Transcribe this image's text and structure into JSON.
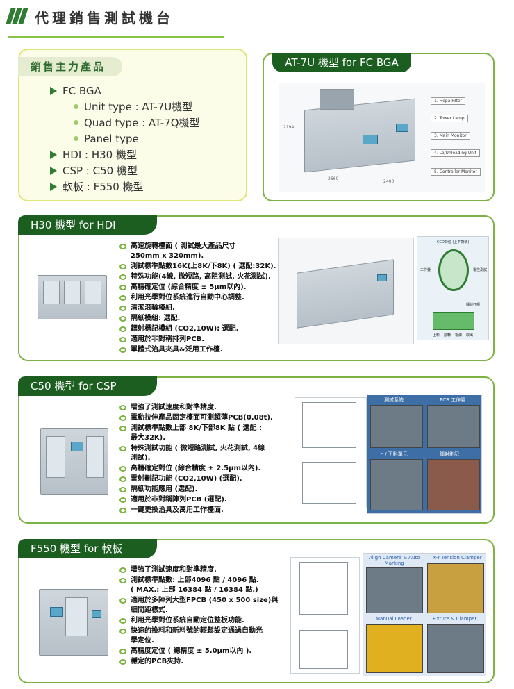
{
  "header": {
    "title": "代理銷售測試機台"
  },
  "sales": {
    "title": "銷售主力產品",
    "items": [
      {
        "level": 1,
        "text": "FC BGA"
      },
      {
        "level": 2,
        "text": "Unit type :  AT-7U機型"
      },
      {
        "level": 2,
        "text": "Quad type :  AT-7Q機型"
      },
      {
        "level": 2,
        "text": "Panel type"
      },
      {
        "level": 1,
        "text": "HDI : H30 機型"
      },
      {
        "level": 1,
        "text": "CSP : C50 機型"
      },
      {
        "level": 1,
        "text": "軟板 : F550 機型"
      }
    ]
  },
  "at7u": {
    "title": "AT-7U 機型 for FC BGA",
    "labels": [
      "1. Hepa Filter",
      "2. Tower Lamp",
      "3. Main Monitor",
      "4. Lo/Unloading Unit",
      "5. Controller Monitor"
    ],
    "dims": [
      "2194",
      "2660",
      "2400"
    ]
  },
  "h30": {
    "title": "H30 機型 for HDI",
    "features": [
      "高速旋轉檯面 ( 測試最大產品尺寸\n250mm x 320mm).",
      "測試標準點數16K(上8K/下8K) ( 選配:32K).",
      "特殊功能(4線, 微短路, 高阻測試, 火花測試).",
      "高精確定位 (綜合精度 ± 5μm以內).",
      "利用光學對位系統進行自動中心調整.",
      "清潔滾輪模組.",
      "隔紙模組: 選配.",
      "鐳射標記模組 (CO2,10W): 選配.",
      "適用於非對稱排列PCB.",
      "單體式治具夾具&泛用工作檯."
    ],
    "diagram_labels": [
      "CCD對位 (上下對稱)",
      "工作臺",
      "電性測試",
      "鐳射打標",
      "上料",
      "翻轉",
      "電測",
      "取出"
    ]
  },
  "c50": {
    "title": "C50 機型 for CSP",
    "features": [
      "增強了測試速度和對準精度.",
      "電動拉伸產品固定檯面可測超薄PCB(0.08t).",
      "測試標準點數上部 8K/下部8K 點 ( 選配 :\n最大32K).",
      "特殊測試功能 ( 微短路測試, 火花測試, 4線\n測試).",
      "高精確定對位 (綜合精度 ± 2.5μm以內).",
      "雷射劃記功能 (CO2,10W) (選配).",
      "隔紙功能應用 (選配).",
      "適用於非對稱陣列PCB (選配).",
      "一鍵更換治具及萬用工作檯面."
    ],
    "photo_labels": [
      "測試系統",
      "PCB 工作臺",
      "上 / 下料單元",
      "鐳射劃記"
    ]
  },
  "f550": {
    "title": "F550 機型 for 軟板",
    "features": [
      "增強了測試速度和對準精度.",
      "測試標準點數: 上部4096 點 / 4096 點.\n( MAX.: 上部 16384 點 / 16384 點.)",
      "適用於多陣列大型FPCB (450 x 500 size)與\n細間距樣式.",
      "利用光學對位系統自動定位整板功能.",
      "快速的換料和新料號的輕鬆設定通過自動光\n學定位.",
      "高精度定位 ( 總精度 ± 5.0μm以內 ).",
      "穩定的PCB夾持."
    ],
    "photo_labels": [
      "Align Camera & Auto\nMarking",
      "X-Y Tension Clamper",
      "Manual Loader",
      "Fixture & Clamper"
    ]
  }
}
